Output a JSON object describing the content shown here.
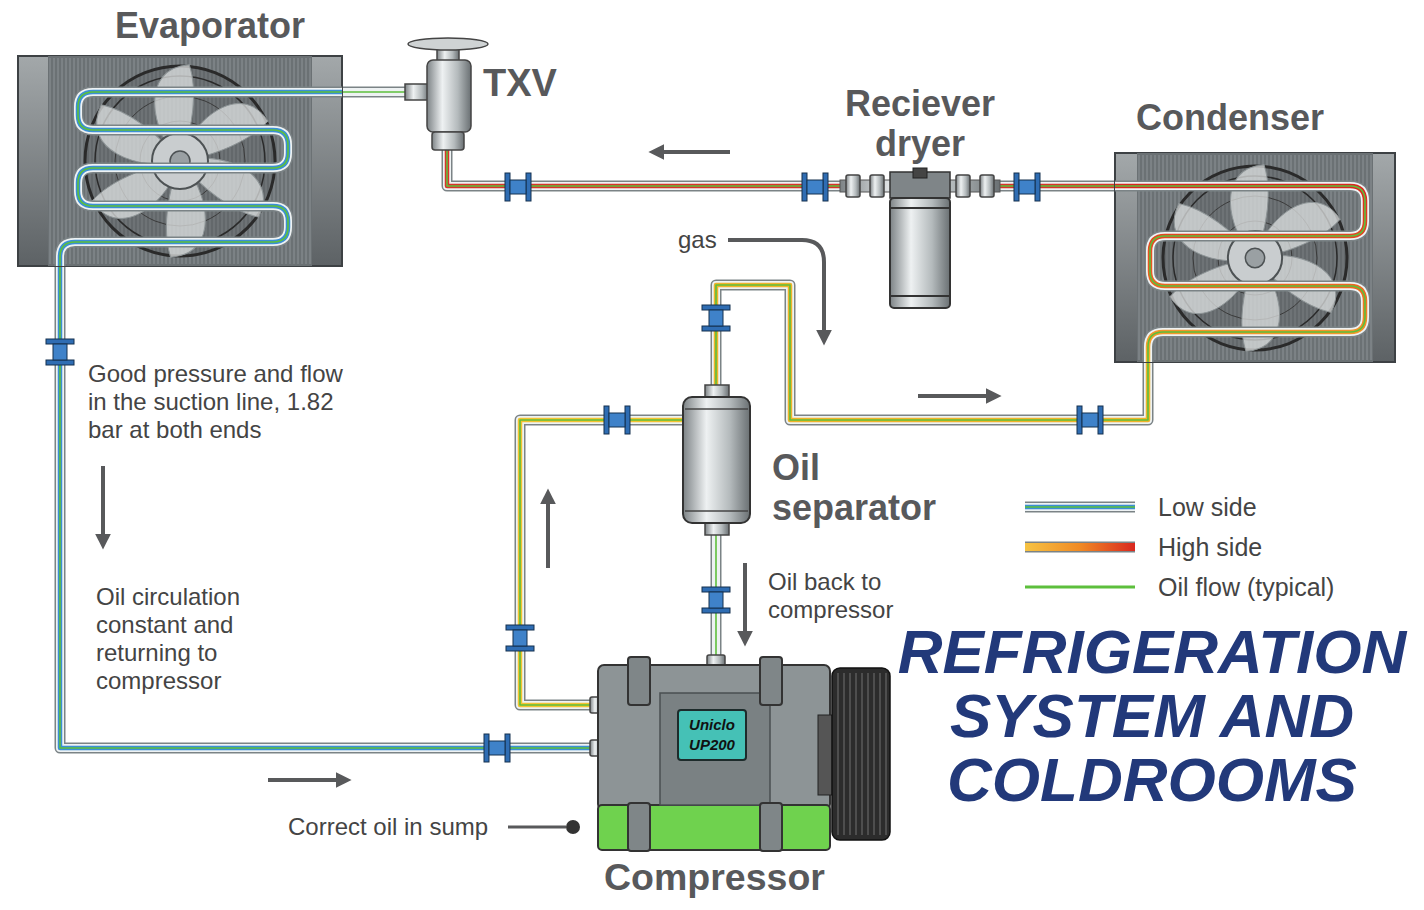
{
  "diagram": {
    "title": "REFRIGERATION SYSTEM AND COLDROOMS",
    "nodes": [
      {
        "text": [
          "Evaporator"
        ]
      },
      {
        "text": [
          "TXV"
        ]
      },
      {
        "text": [
          "Reciever dryer"
        ]
      },
      {
        "text": [
          "Condenser"
        ]
      },
      {
        "text": [
          "Oil separator"
        ]
      },
      {
        "text": [
          "Compressor",
          "Uniclo UP200"
        ]
      }
    ],
    "edges": [
      {
        "from": 0,
        "to": 5,
        "arrow": "none"
      },
      {
        "from": 5,
        "to": 4,
        "arrow": "none"
      },
      {
        "from": 4,
        "to": 3,
        "arrow": "none"
      },
      {
        "from": 4,
        "to": 5,
        "arrow": "none"
      },
      {
        "from": 3,
        "to": 2,
        "arrow": "none"
      },
      {
        "from": 2,
        "to": 1,
        "arrow": "none"
      },
      {
        "from": 1,
        "to": 0,
        "arrow": "none"
      }
    ],
    "labels": [
      "Good pressure and flow in the suction line, 1.82 bar at both ends",
      "Oil circulation constant and returning to compressor",
      "gas",
      "Oil back to compressor",
      "Correct oil in sump"
    ],
    "legend": [
      {
        "text": "Low side"
      },
      {
        "text": "High side"
      },
      {
        "text": "Oil flow (typical)"
      }
    ]
  }
}
